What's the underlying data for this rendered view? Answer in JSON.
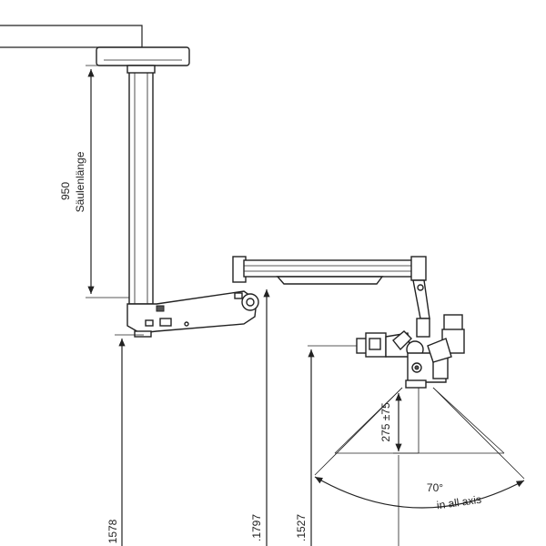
{
  "dimensions": {
    "column_length": {
      "value": "950",
      "label": "Säulenlänge"
    },
    "height_1": "1578",
    "height_2": ".1797",
    "height_3": ".1527",
    "working_distance": "275 ±75",
    "angle": "70°",
    "angle_note": "in all axis"
  },
  "colors": {
    "line": "#222222",
    "shade": "#d9d9d9"
  }
}
